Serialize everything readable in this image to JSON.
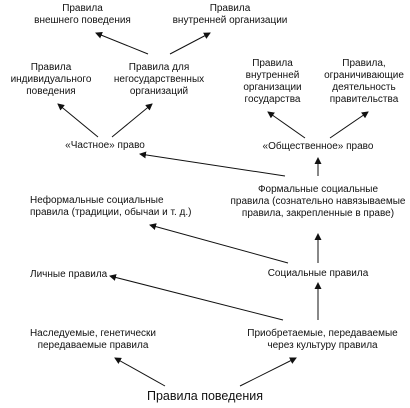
{
  "nodes": {
    "behavior_rules": "Правила поведения",
    "inherited": [
      "Наследуемые, генетически",
      "передаваемые правила"
    ],
    "acquired": [
      "Приобретаемые, передаваемые",
      "через культуру правила"
    ],
    "personal": "Личные правила",
    "social": "Социальные правила",
    "informal": [
      "Неформальные социальные",
      "правила (традиции, обычаи и т. д.)"
    ],
    "formal": [
      "Формальные социальные",
      "правила (сознательно навязываемые",
      "правила, закрепленные в праве)"
    ],
    "private_law": "«Частное» право",
    "public_law": "«Общественное» право",
    "individual": [
      "Правила",
      "индивидуального",
      "поведения"
    ],
    "ngo": [
      "Правила для",
      "негосударственных",
      "организаций"
    ],
    "state_internal": [
      "Правила",
      "внутренней",
      "организации",
      "государства"
    ],
    "gov_limits": [
      "Правила,",
      "ограничивающие",
      "деятельность",
      "правительства"
    ],
    "external": [
      "Правила",
      "внешнего поведения"
    ],
    "internal_org": [
      "Правила",
      "внутренней организации"
    ]
  },
  "colors": {
    "text": "#111111",
    "line": "#111111",
    "background": "#ffffff"
  }
}
